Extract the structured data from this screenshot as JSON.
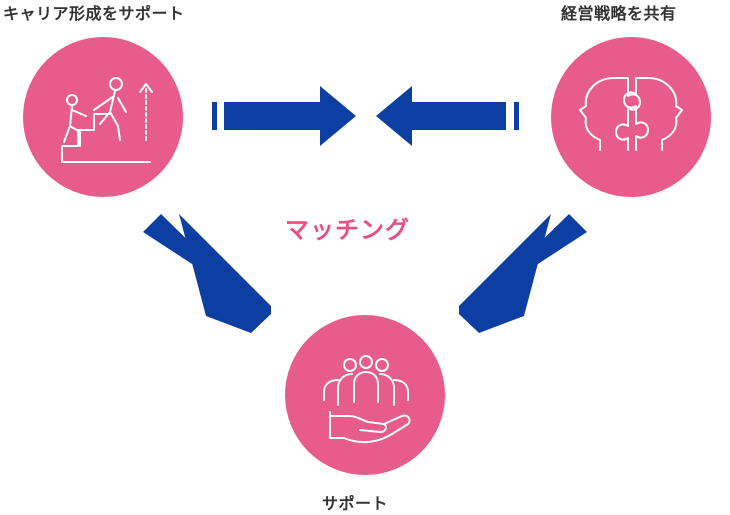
{
  "nodes": {
    "career": {
      "label": "キャリア形成をサポート",
      "icon": "climbing-stairs-helping-icon"
    },
    "strategy": {
      "label": "経営戦略を共有",
      "icon": "two-heads-puzzle-icon"
    },
    "support": {
      "label": "サポート",
      "icon": "group-on-hand-icon"
    }
  },
  "center": {
    "label": "マッチング"
  },
  "colors": {
    "circle": "#e85c8c",
    "arrow": "#0d3fa3",
    "center_text": "#e8507f",
    "label_text": "#333333"
  }
}
